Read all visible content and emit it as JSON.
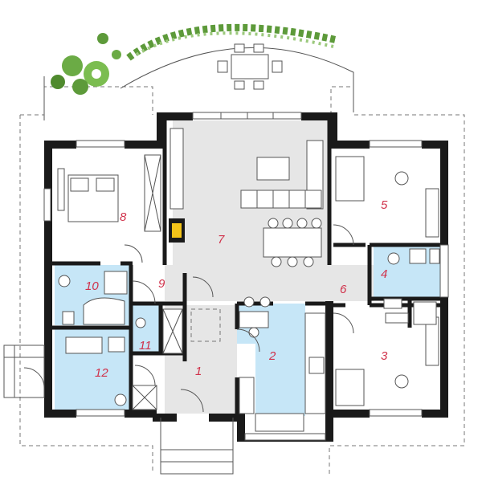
{
  "rooms": [
    {
      "id": "room-1",
      "label": "1"
    },
    {
      "id": "room-2",
      "label": "2"
    },
    {
      "id": "room-3",
      "label": "3"
    },
    {
      "id": "room-4",
      "label": "4"
    },
    {
      "id": "room-5",
      "label": "5"
    },
    {
      "id": "room-6",
      "label": "6"
    },
    {
      "id": "room-7",
      "label": "7"
    },
    {
      "id": "room-8",
      "label": "8"
    },
    {
      "id": "room-9",
      "label": "9"
    },
    {
      "id": "room-10",
      "label": "10"
    },
    {
      "id": "room-11",
      "label": "11"
    },
    {
      "id": "room-12",
      "label": "12"
    }
  ],
  "colors": {
    "wet_room_fill": "#c6e6f7",
    "living_fill": "#e6e6e6",
    "room_fill": "#ffffff",
    "wall": "#1a1a1a",
    "label": "#d0314a",
    "plants": "#5d9a3a",
    "fireplace": "#f4c419"
  },
  "icons": [
    "plant-icon",
    "fireplace-icon",
    "table-icon",
    "bed-icon",
    "sofa-icon",
    "bathtub-icon",
    "toilet-icon",
    "stove-icon",
    "sink-icon"
  ]
}
